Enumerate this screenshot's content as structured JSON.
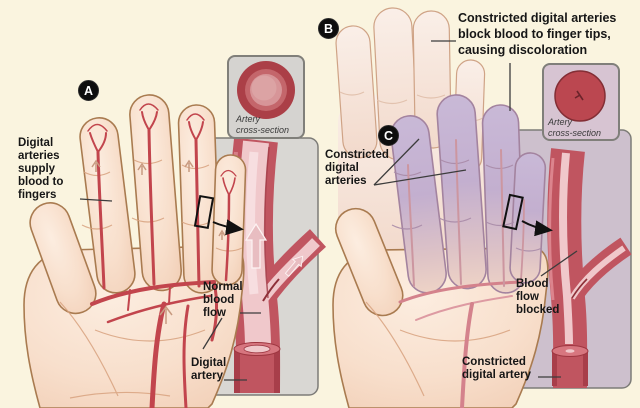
{
  "figure": {
    "subject": "Digital arteries of the hand: normal vs constricted (discoloration of finger tips)"
  },
  "colors": {
    "background": "#FAF4DF",
    "artery_red": "#C05560",
    "artery_lumen_pink": "#F0C8CB",
    "skin": "#F7DCC9",
    "discoloration_purple": "#C6B6D4",
    "pale_finger": "#F8EBE2",
    "panel_gray": "#D9D7D3",
    "panel_purple": "#CDC0CD",
    "label_text": "#161616"
  },
  "panels": {
    "left": {
      "badge": "A",
      "supply_label": [
        "Digital",
        "arteries",
        "supply",
        "blood to",
        "fingers"
      ],
      "inset_caption": [
        "Artery",
        "cross-section"
      ],
      "flow_label": [
        "Normal",
        "blood",
        "flow"
      ],
      "artery_label": [
        "Digital",
        "artery"
      ]
    },
    "right": {
      "badge_pale": "B",
      "badge_discolored": "C",
      "header_label": [
        "Constricted digital arteries",
        "block blood to finger tips,",
        "causing discoloration"
      ],
      "constricted_label": [
        "Constricted",
        "digital",
        "arteries"
      ],
      "inset_caption": [
        "Artery",
        "cross-section"
      ],
      "blocked_label": [
        "Blood",
        "flow",
        "blocked"
      ],
      "artery_label": [
        "Constricted",
        "digital artery"
      ]
    }
  }
}
